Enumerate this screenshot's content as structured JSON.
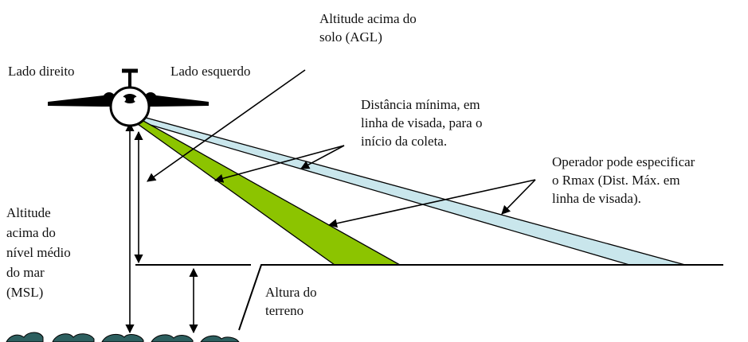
{
  "labels": {
    "agl": [
      "Altitude acima do",
      "solo (AGL)"
    ],
    "right_side": "Lado direito",
    "left_side": "Lado esquerdo",
    "min_distance": [
      "Distância mínima, em",
      "linha de visada, para o",
      "início da coleta."
    ],
    "operator_rmax": [
      "Operador pode especificar",
      "o Rmax (Dist. Máx. em",
      "linha de visada)."
    ],
    "msl": [
      "Altitude",
      "acima do",
      "nível médio",
      "do mar",
      "(MSL)"
    ],
    "terrain_height": [
      "Altura do",
      "terreno"
    ]
  },
  "colors": {
    "near_swath": "#8cc400",
    "far_swath": "#c9e6ec",
    "ink": "#000000",
    "terrain": "#2d5f5f"
  }
}
